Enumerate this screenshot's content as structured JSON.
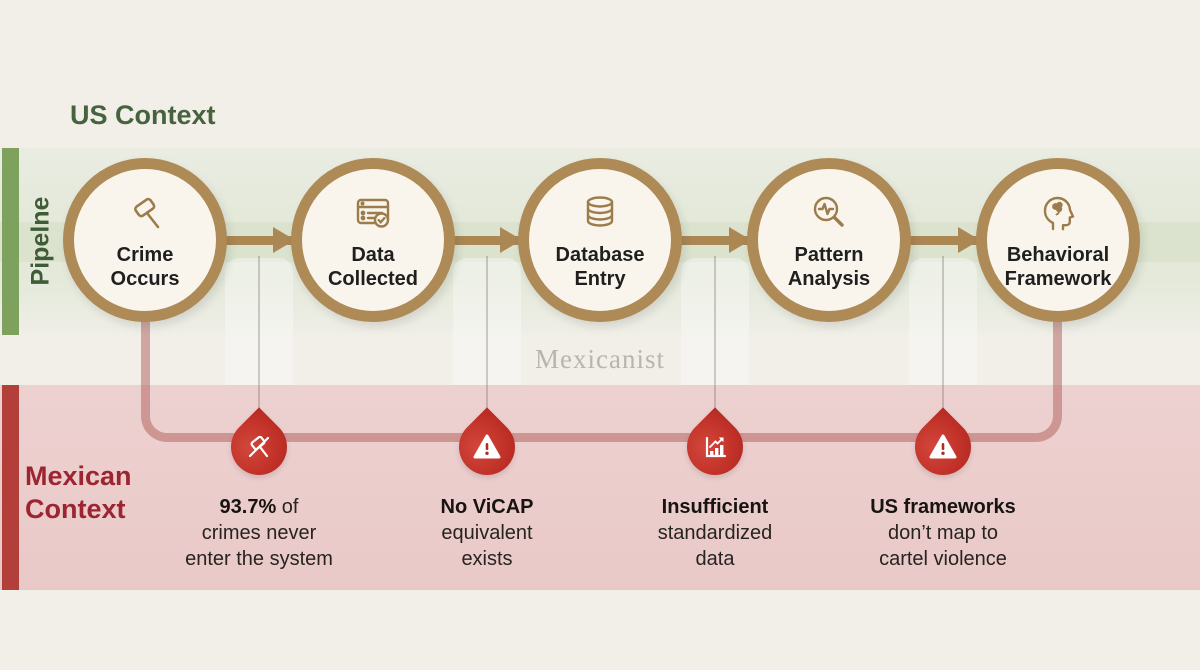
{
  "watermark": "Mexicanist",
  "us": {
    "title": "US Context",
    "side_label": "Pipelne",
    "stages": [
      {
        "line1": "Crime",
        "line2": "Occurs",
        "icon": "gavel-icon"
      },
      {
        "line1": "Data",
        "line2": "Collected",
        "icon": "form-check-icon"
      },
      {
        "line1": "Database",
        "line2": "Entry",
        "icon": "database-icon"
      },
      {
        "line1": "Pattern",
        "line2": "Analysis",
        "icon": "magnifier-pulse-icon"
      },
      {
        "line1": "Behavioral",
        "line2": "Framework",
        "icon": "head-brain-icon"
      }
    ]
  },
  "mx": {
    "title_line1": "Mexican",
    "title_line2": "Context",
    "issues": [
      {
        "bold": "93.7%",
        "rest": " of",
        "line2": "crimes never",
        "line3": "enter the system",
        "icon": "gavel-slash-icon"
      },
      {
        "bold": "No ViCAP",
        "rest": "",
        "line2": "equivalent",
        "line3": "exists",
        "icon": "warning-icon"
      },
      {
        "bold": "Insufficient",
        "rest": "",
        "line2": "standardized",
        "line3": "data",
        "icon": "bar-chart-icon"
      },
      {
        "bold": "US frameworks",
        "rest": "",
        "line2": "don’t map to",
        "line3": "cartel violence",
        "icon": "warning-icon"
      }
    ]
  },
  "colors": {
    "background": "#f2efe8",
    "us_band": "#e4e9da",
    "mx_band": "#ecd0cf",
    "circle_border": "#ae8a56",
    "icon_stroke": "#9b7c4a",
    "drop_red": "#c23229",
    "green_accent": "#7ea25e",
    "red_accent": "#b23f39",
    "us_text": "#47623e",
    "mx_text": "#9c2531"
  }
}
